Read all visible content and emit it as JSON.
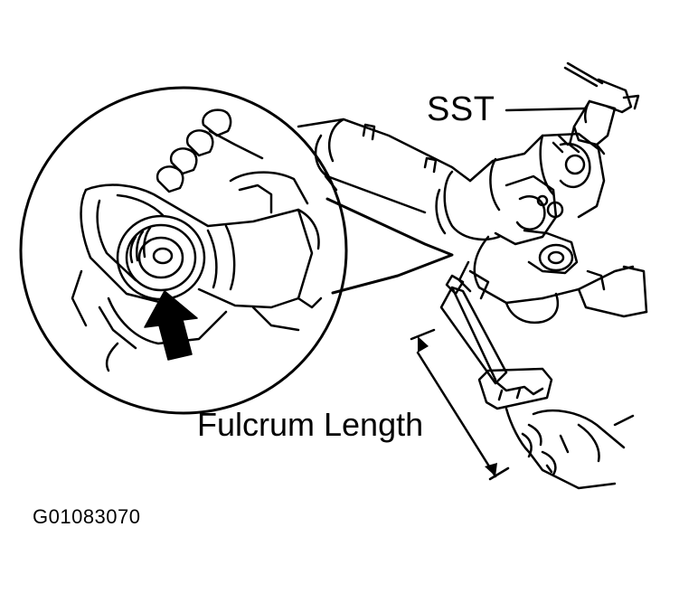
{
  "labels": {
    "sst": "SST",
    "fulcrum_length": "Fulcrum Length",
    "figure_code": "G01083070"
  }
}
